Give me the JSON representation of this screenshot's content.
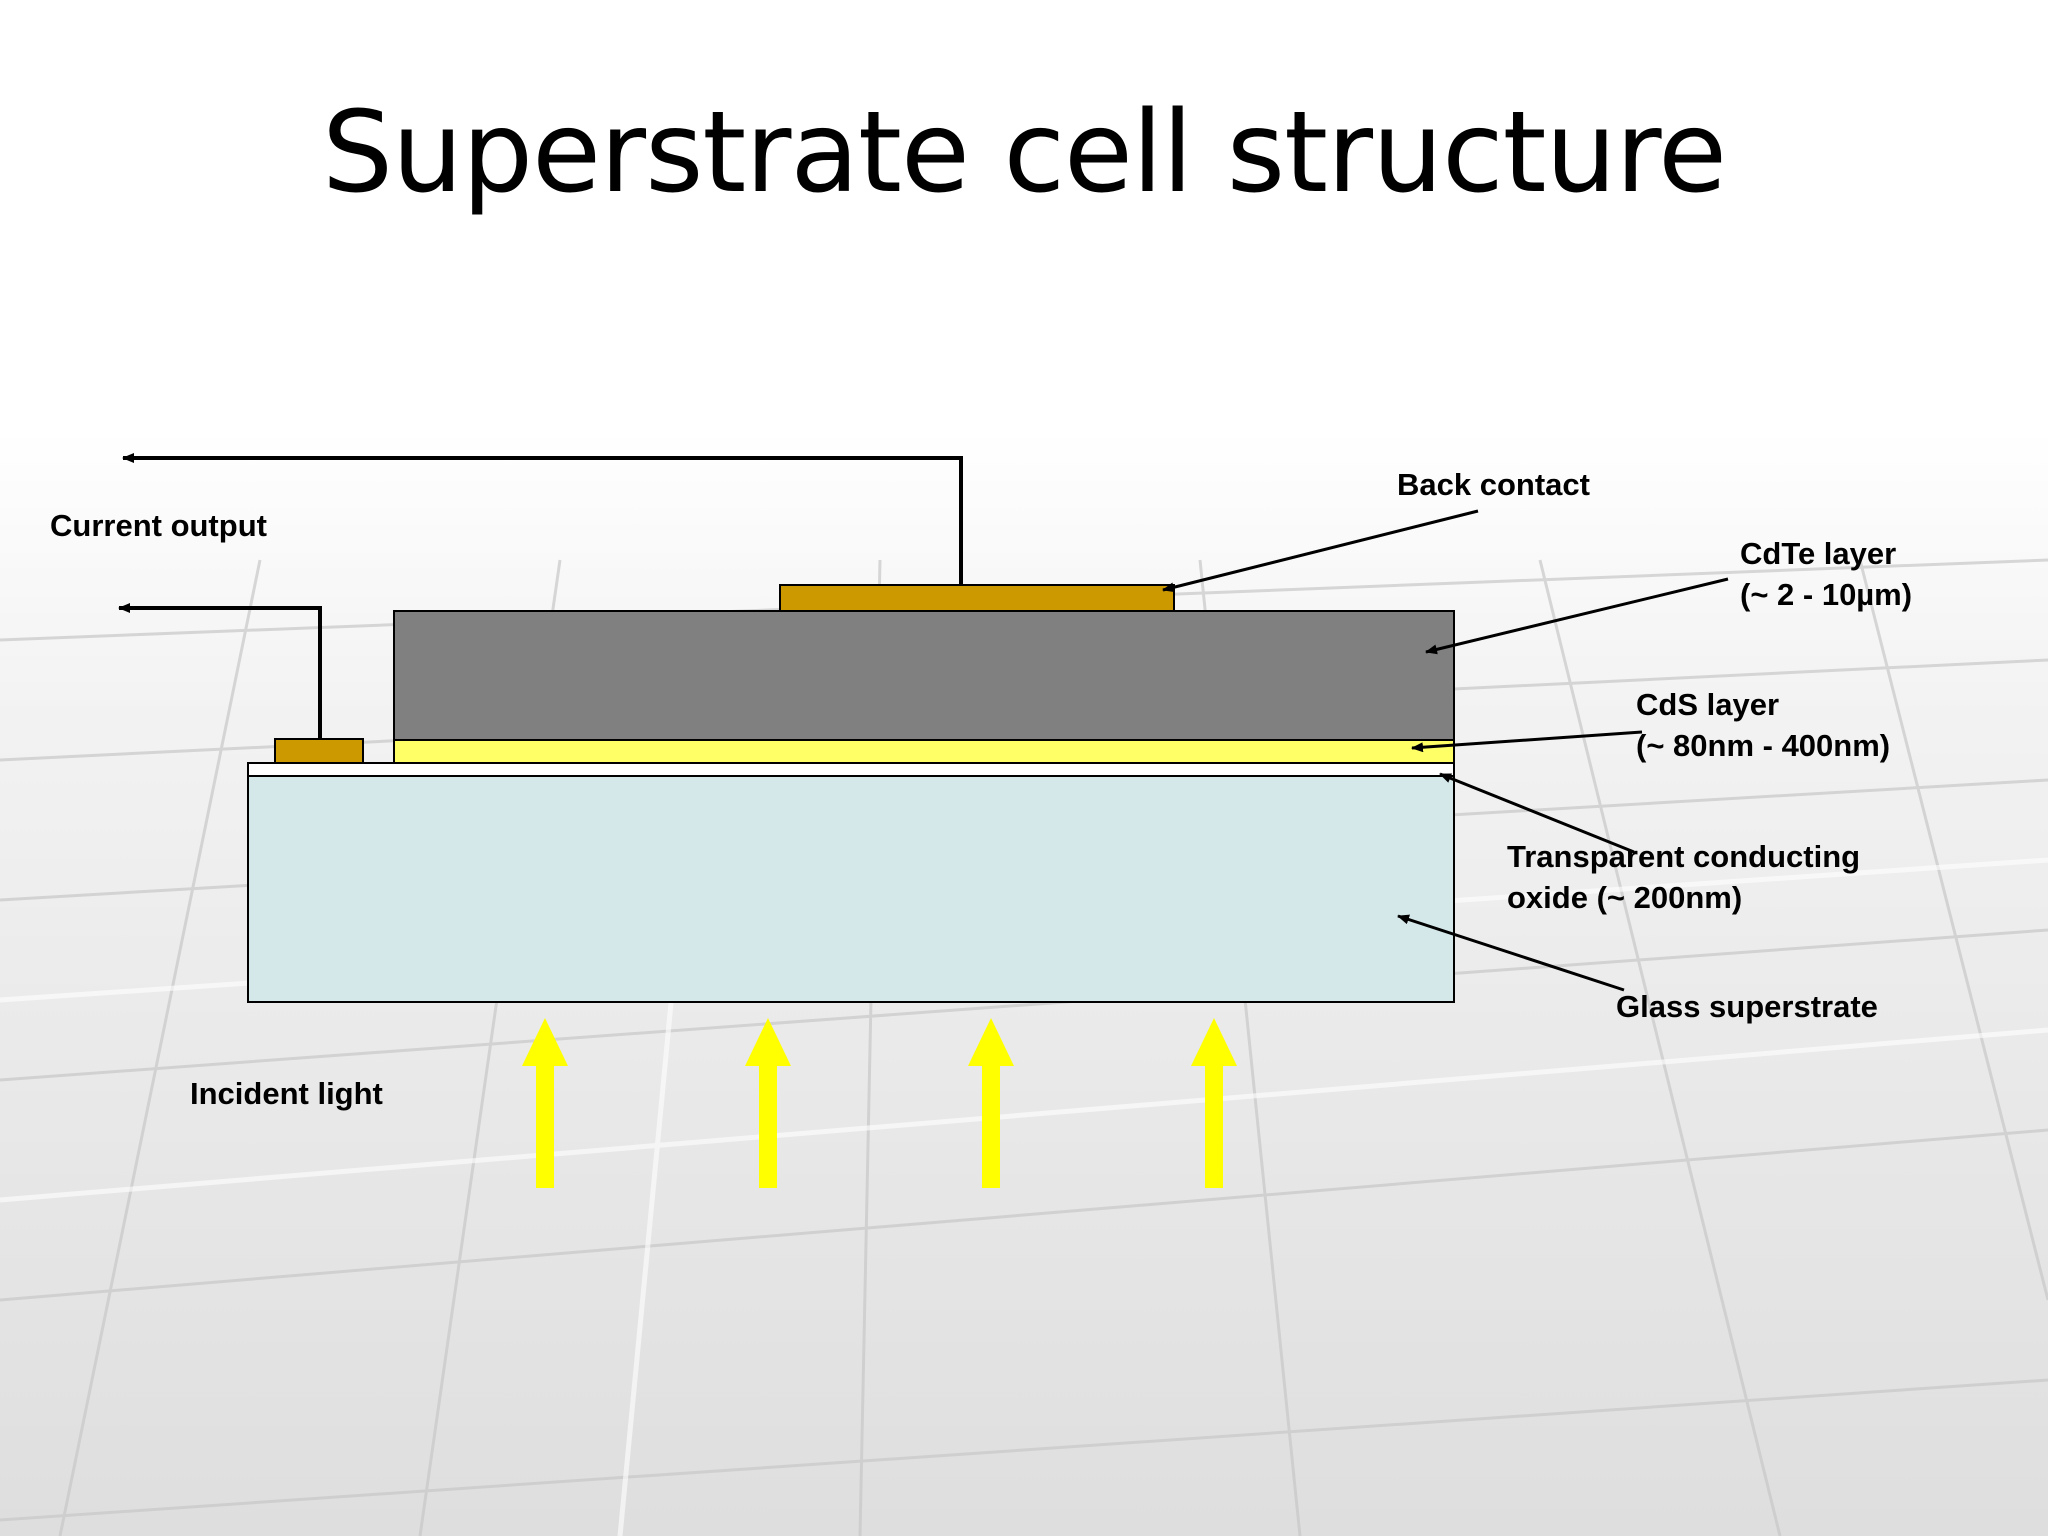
{
  "slide": {
    "title": "Superstrate cell structure"
  },
  "labels": {
    "current_output": "Current output",
    "back_contact": "Back contact",
    "cdte_layer": {
      "line1": "CdTe layer",
      "line2": "(~ 2 - 10µm)"
    },
    "cds_layer": {
      "line1": "CdS layer",
      "line2": "(~ 80nm - 400nm)"
    },
    "tco": {
      "line1": "Transparent conducting",
      "line2": "oxide (~ 200nm)"
    },
    "glass": "Glass superstrate",
    "incident_light": "Incident light"
  },
  "colors": {
    "back_contact": "#cc9900",
    "cdte": "#808080",
    "cds": "#ffff66",
    "tco": "#ffffff",
    "glass": "#d4e8ea",
    "light_arrow": "#ffff00",
    "line": "#000000"
  }
}
